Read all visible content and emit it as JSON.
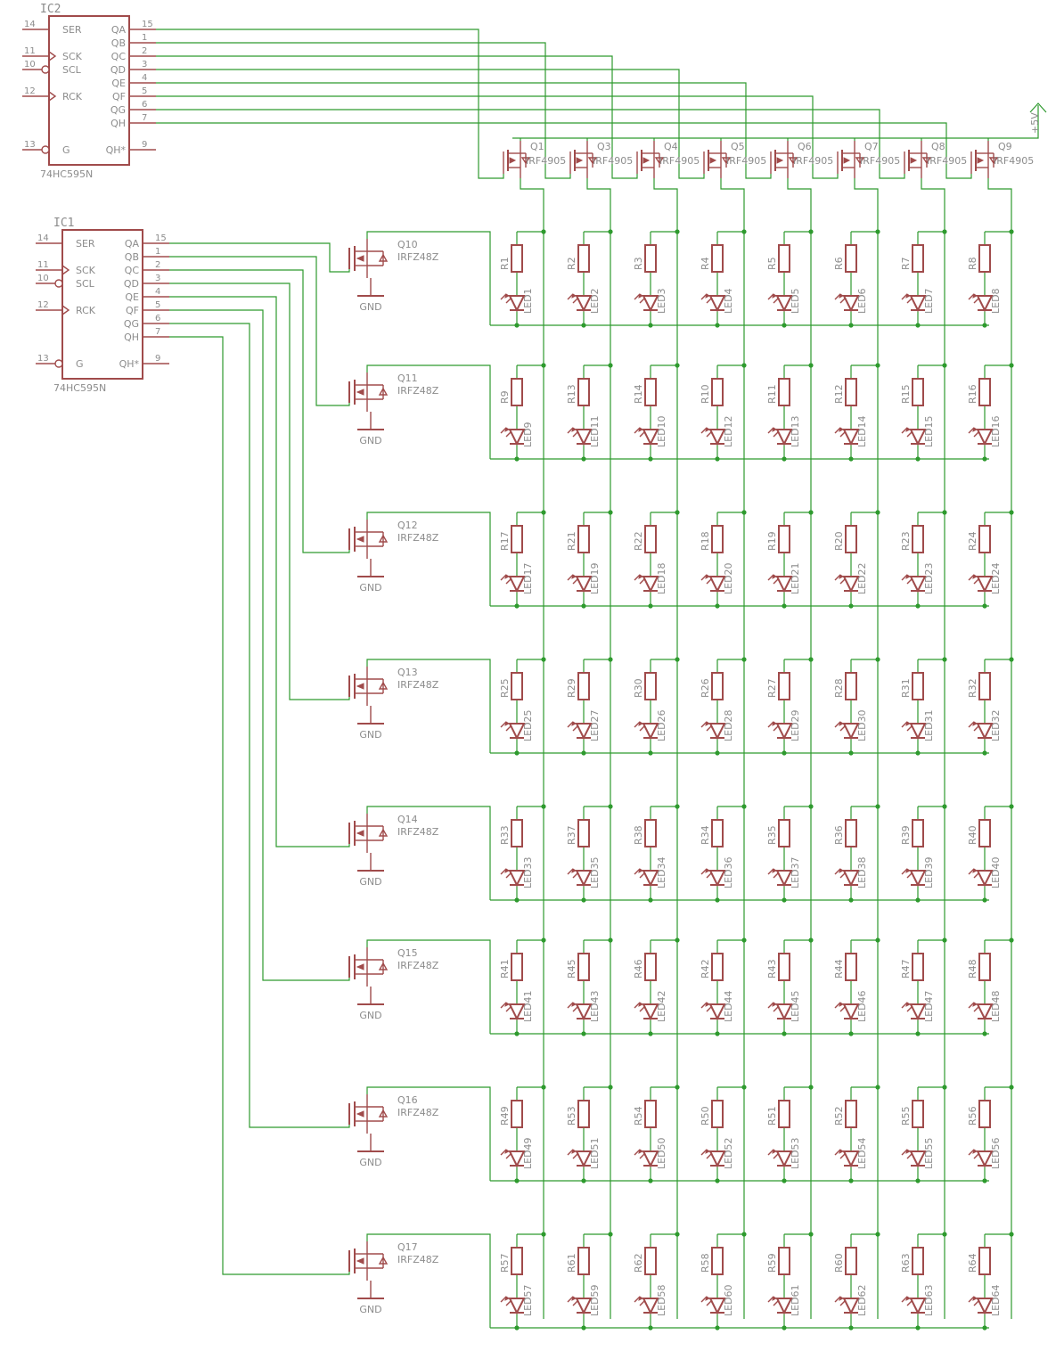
{
  "ic2": {
    "name": "IC2",
    "part": "74HC595N",
    "left_pins": [
      {
        "num": "14",
        "label": "SER"
      },
      {
        "num": "11",
        "label": "SCK"
      },
      {
        "num": "10",
        "label": "SCL"
      },
      {
        "num": "12",
        "label": "RCK"
      },
      {
        "num": "13",
        "label": "G"
      }
    ],
    "right_pins": [
      {
        "num": "15",
        "label": "QA"
      },
      {
        "num": "1",
        "label": "QB"
      },
      {
        "num": "2",
        "label": "QC"
      },
      {
        "num": "3",
        "label": "QD"
      },
      {
        "num": "4",
        "label": "QE"
      },
      {
        "num": "5",
        "label": "QF"
      },
      {
        "num": "6",
        "label": "QG"
      },
      {
        "num": "7",
        "label": "QH"
      },
      {
        "num": "9",
        "label": "QH*"
      }
    ]
  },
  "ic1": {
    "name": "IC1",
    "part": "74HC595N",
    "left_pins": [
      {
        "num": "14",
        "label": "SER"
      },
      {
        "num": "11",
        "label": "SCK"
      },
      {
        "num": "10",
        "label": "SCL"
      },
      {
        "num": "12",
        "label": "RCK"
      },
      {
        "num": "13",
        "label": "G"
      }
    ],
    "right_pins": [
      {
        "num": "15",
        "label": "QA"
      },
      {
        "num": "1",
        "label": "QB"
      },
      {
        "num": "2",
        "label": "QC"
      },
      {
        "num": "3",
        "label": "QD"
      },
      {
        "num": "4",
        "label": "QE"
      },
      {
        "num": "5",
        "label": "QF"
      },
      {
        "num": "6",
        "label": "QG"
      },
      {
        "num": "7",
        "label": "QH"
      },
      {
        "num": "9",
        "label": "QH*"
      }
    ]
  },
  "supply": "+5V",
  "column_mosfets": [
    {
      "name": "Q1",
      "value": "IRF4905"
    },
    {
      "name": "Q3",
      "value": "IRF4905"
    },
    {
      "name": "Q4",
      "value": "IRF4905"
    },
    {
      "name": "Q5",
      "value": "IRF4905"
    },
    {
      "name": "Q6",
      "value": "IRF4905"
    },
    {
      "name": "Q7",
      "value": "IRF4905"
    },
    {
      "name": "Q8",
      "value": "IRF4905"
    },
    {
      "name": "Q9",
      "value": "IRF4905"
    }
  ],
  "row_mosfets": [
    {
      "name": "Q10",
      "value": "IRFZ48Z",
      "gnd": "GND"
    },
    {
      "name": "Q11",
      "value": "IRFZ48Z",
      "gnd": "GND"
    },
    {
      "name": "Q12",
      "value": "IRFZ48Z",
      "gnd": "GND"
    },
    {
      "name": "Q13",
      "value": "IRFZ48Z",
      "gnd": "GND"
    },
    {
      "name": "Q14",
      "value": "IRFZ48Z",
      "gnd": "GND"
    },
    {
      "name": "Q15",
      "value": "IRFZ48Z",
      "gnd": "GND"
    },
    {
      "name": "Q16",
      "value": "IRFZ48Z",
      "gnd": "GND"
    },
    {
      "name": "Q17",
      "value": "IRFZ48Z",
      "gnd": "GND"
    }
  ],
  "matrix": [
    {
      "resistors": [
        "R1",
        "R2",
        "R3",
        "R4",
        "R5",
        "R6",
        "R7",
        "R8"
      ],
      "leds": [
        "LED1",
        "LED2",
        "LED3",
        "LED4",
        "LED5",
        "LED6",
        "LED7",
        "LED8"
      ]
    },
    {
      "resistors": [
        "R9",
        "R13",
        "R14",
        "R10",
        "R11",
        "R12",
        "R15",
        "R16"
      ],
      "leds": [
        "LED9",
        "LED11",
        "LED10",
        "LED12",
        "LED13",
        "LED14",
        "LED15",
        "LED16"
      ]
    },
    {
      "resistors": [
        "R17",
        "R21",
        "R22",
        "R18",
        "R19",
        "R20",
        "R23",
        "R24"
      ],
      "leds": [
        "LED17",
        "LED19",
        "LED18",
        "LED20",
        "LED21",
        "LED22",
        "LED23",
        "LED24"
      ]
    },
    {
      "resistors": [
        "R25",
        "R29",
        "R30",
        "R26",
        "R27",
        "R28",
        "R31",
        "R32"
      ],
      "leds": [
        "LED25",
        "LED27",
        "LED26",
        "LED28",
        "LED29",
        "LED30",
        "LED31",
        "LED32"
      ]
    },
    {
      "resistors": [
        "R33",
        "R37",
        "R38",
        "R34",
        "R35",
        "R36",
        "R39",
        "R40"
      ],
      "leds": [
        "LED33",
        "LED35",
        "LED34",
        "LED36",
        "LED37",
        "LED38",
        "LED39",
        "LED40"
      ]
    },
    {
      "resistors": [
        "R41",
        "R45",
        "R46",
        "R42",
        "R43",
        "R44",
        "R47",
        "R48"
      ],
      "leds": [
        "LED41",
        "LED43",
        "LED42",
        "LED44",
        "LED45",
        "LED46",
        "LED47",
        "LED48"
      ]
    },
    {
      "resistors": [
        "R49",
        "R53",
        "R54",
        "R50",
        "R51",
        "R52",
        "R55",
        "R56"
      ],
      "leds": [
        "LED49",
        "LED51",
        "LED50",
        "LED52",
        "LED53",
        "LED54",
        "LED55",
        "LED56"
      ]
    },
    {
      "resistors": [
        "R57",
        "R61",
        "R62",
        "R58",
        "R59",
        "R60",
        "R63",
        "R64"
      ],
      "leds": [
        "LED57",
        "LED59",
        "LED58",
        "LED60",
        "LED61",
        "LED62",
        "LED63",
        "LED64"
      ]
    }
  ],
  "colors": {
    "wire": "#2e9a2e",
    "part": "#a04b4b",
    "label": "#8c8c8c"
  }
}
